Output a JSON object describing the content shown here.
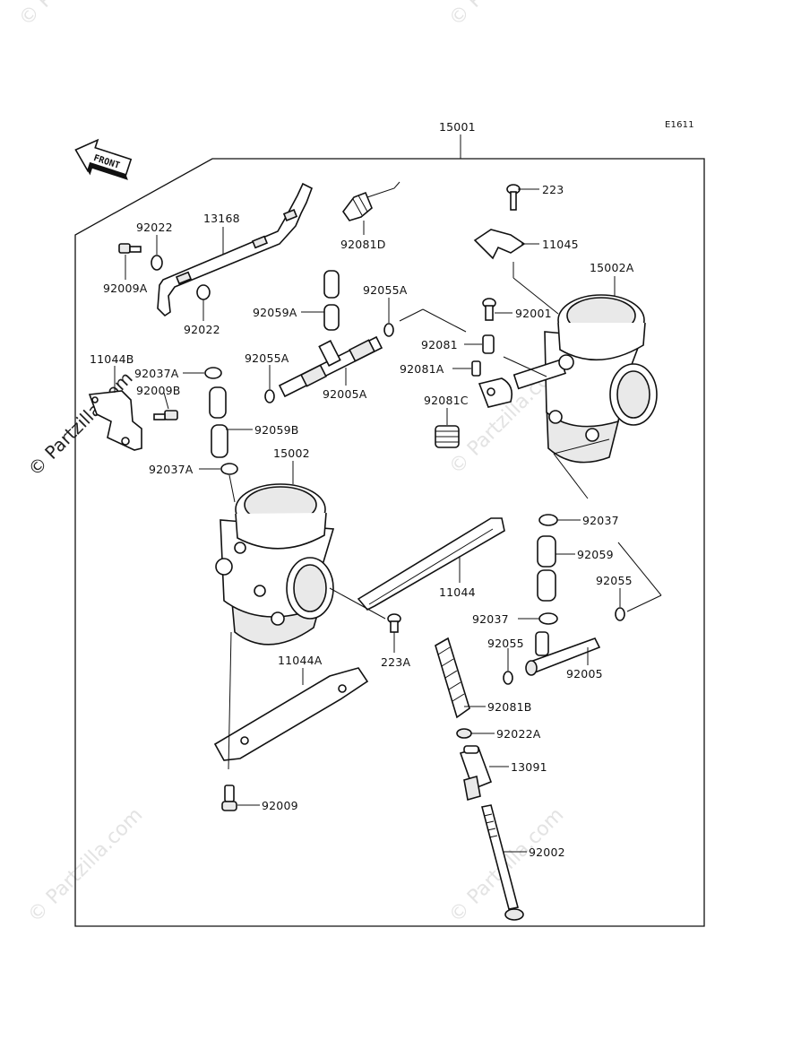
{
  "diagram_id": "E1611",
  "assembly_label": "15001",
  "front_label": "FRONT",
  "watermark": "© Partzilla.com",
  "labels": {
    "l223": "223",
    "l11045": "11045",
    "l15002A": "15002A",
    "l92001": "92001",
    "l92081": "92081",
    "l92081A": "92081A",
    "l92081C": "92081C",
    "l92081D": "92081D",
    "l13168": "13168",
    "l92022_top": "92022",
    "l92009A": "92009A",
    "l92022_bot": "92022",
    "l92059A": "92059A",
    "l92055A_r": "92055A",
    "l92055A_l": "92055A",
    "l92005A": "92005A",
    "l11044B": "11044B",
    "l92037A_top": "92037A",
    "l92009B": "92009B",
    "l92059B": "92059B",
    "l92037A_bot": "92037A",
    "l15002": "15002",
    "l92037_top": "92037",
    "l92059": "92059",
    "l92055_r": "92055",
    "l11044": "11044",
    "l92037_bot": "92037",
    "l92055_l": "92055",
    "l92005": "92005",
    "l223A": "223A",
    "l11044A": "11044A",
    "l92081B": "92081B",
    "l92022A": "92022A",
    "l13091": "13091",
    "l92009": "92009",
    "l92002": "92002"
  }
}
